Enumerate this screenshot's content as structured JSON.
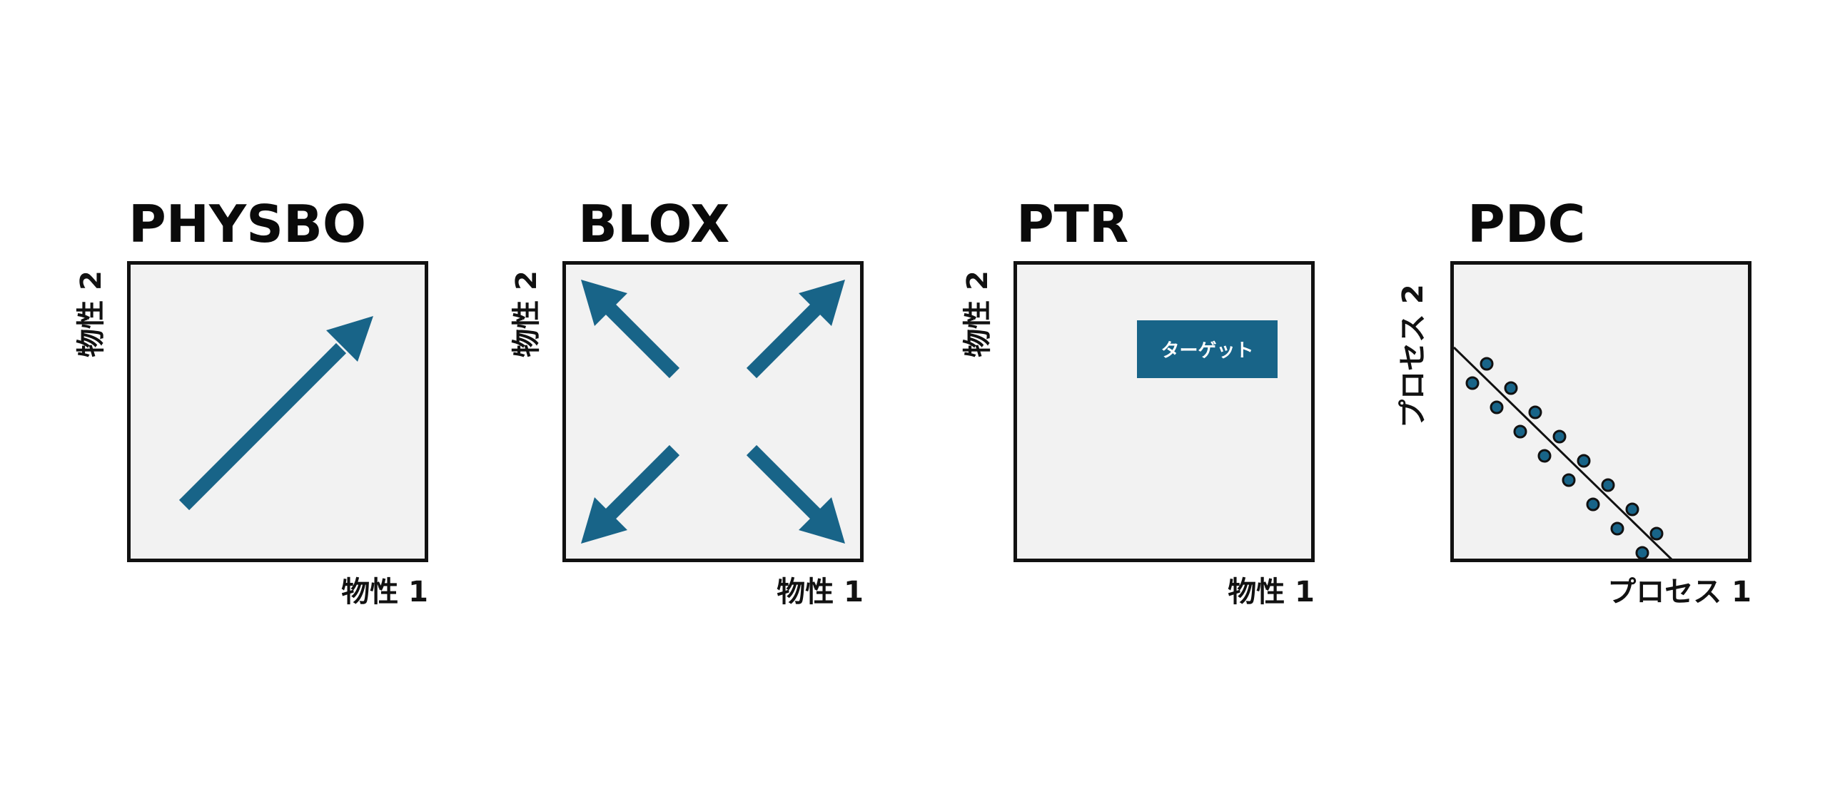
{
  "colors": {
    "accent": "#186488",
    "frame": "#111111",
    "plot_background": "#f2f2f2",
    "background": "#ffffff"
  },
  "panels": [
    {
      "title": "PHYSBO",
      "xlabel": "物性 1",
      "ylabel": "物性 2",
      "icon": "diagonal-arrow-up-right"
    },
    {
      "title": "BLOX",
      "xlabel": "物性 1",
      "ylabel": "物性 2",
      "icon": "four-outward-arrows"
    },
    {
      "title": "PTR",
      "xlabel": "物性 1",
      "ylabel": "物性 2",
      "target_label": "ターゲット"
    },
    {
      "title": "PDC",
      "xlabel": "プロセス 1",
      "ylabel": "プロセス 2",
      "icon": "scatter-with-boundary-line"
    }
  ]
}
